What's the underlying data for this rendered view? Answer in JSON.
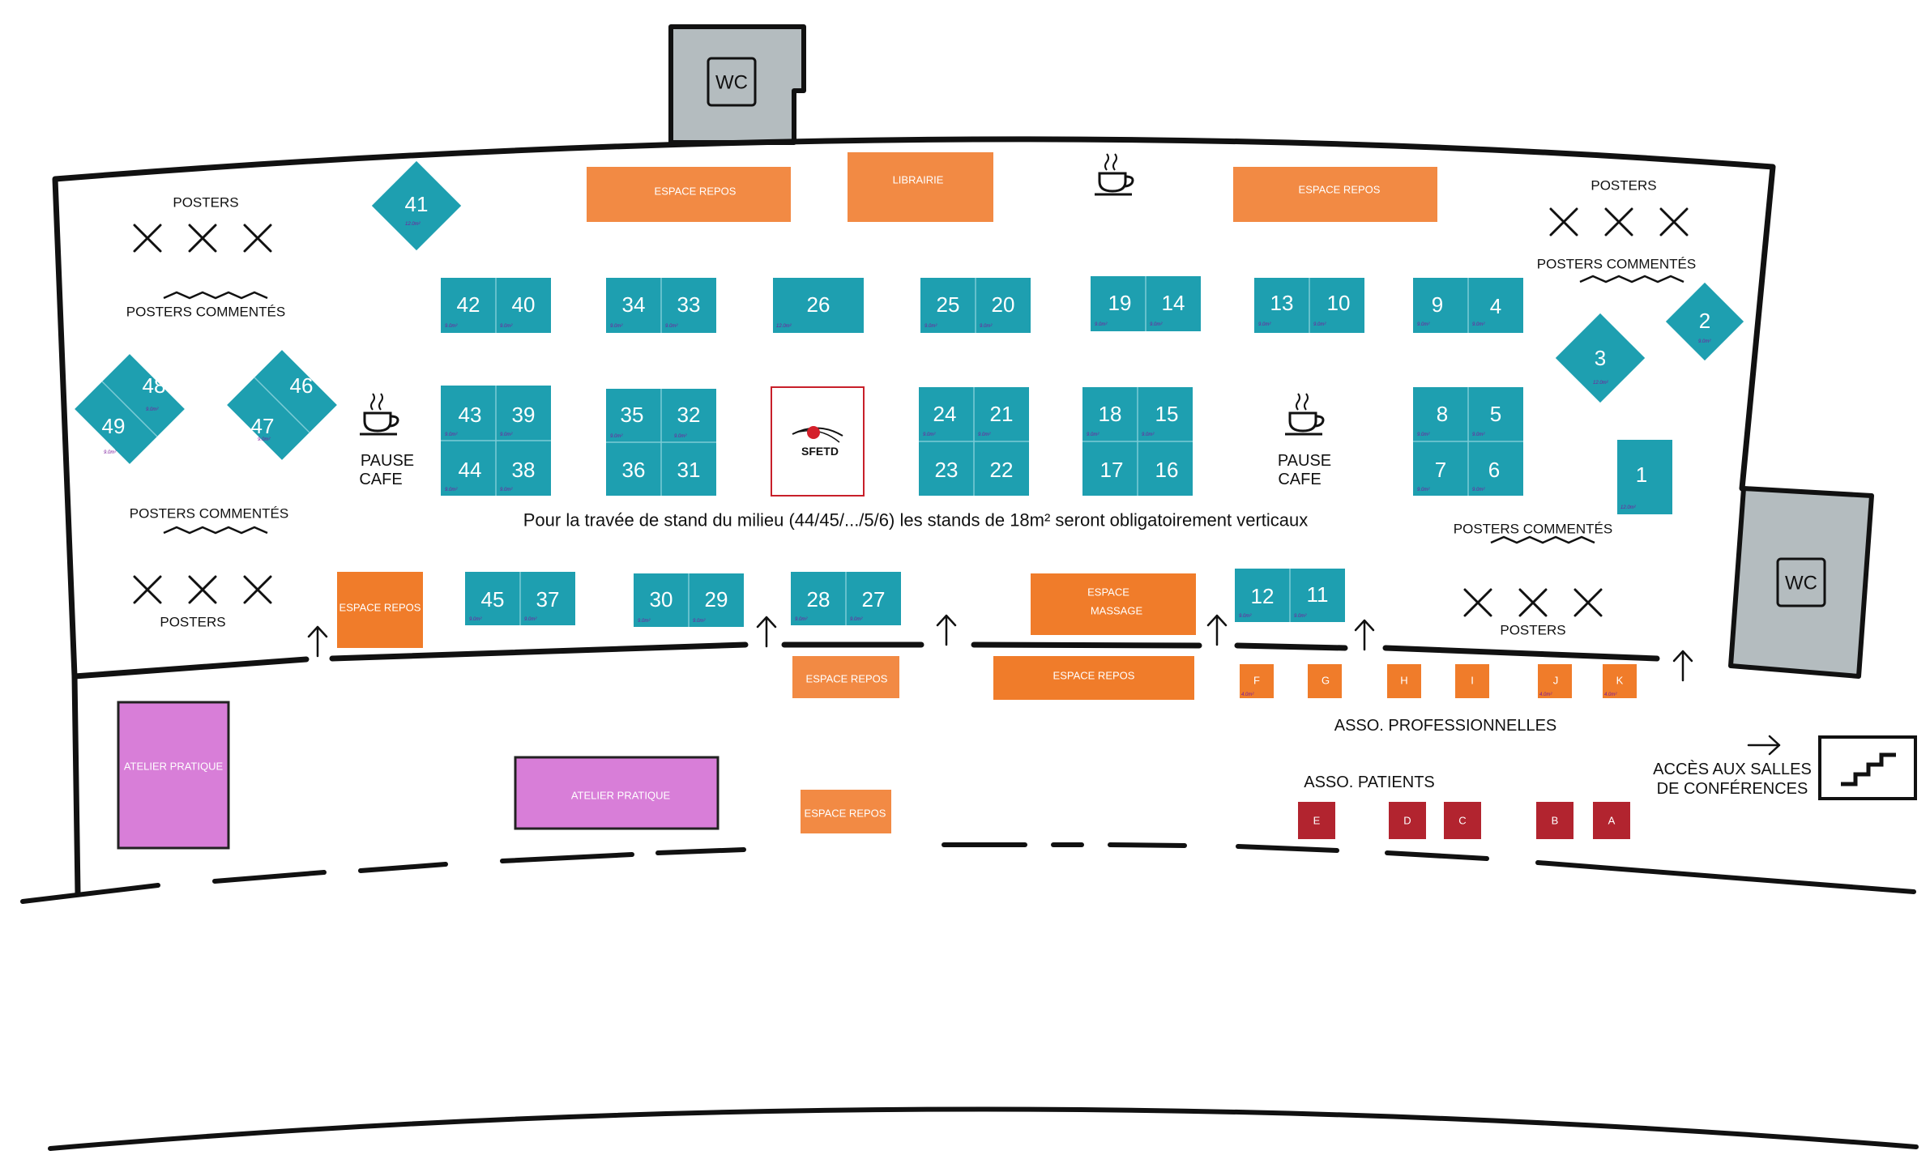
{
  "labels": {
    "wc_top": "WC",
    "wc_right": "WC",
    "librairie": "LIBRAIRIE",
    "espace_repos": "ESPACE REPOS",
    "espace_massage_line1": "ESPACE",
    "espace_massage_line2": "MASSAGE",
    "atelier_pratique": "ATELIER PRATIQUE",
    "posters": "POSTERS",
    "posters_commentes": "POSTERS COMMENTÉS",
    "pause_line1": "PAUSE",
    "pause_line2": "CAFE",
    "asso_pro": "ASSO. PROFESSIONNELLES",
    "asso_patients": "ASSO. PATIENTS",
    "acces_line1": "ACCÈS AUX SALLES",
    "acces_line2": "DE CONFÉRENCES",
    "logo": "SFETD",
    "note": "Pour la travée de stand du milieu (44/45/.../5/6) les stands de 18m² seront obligatoirement verticaux"
  },
  "areas": {
    "stand_9m2": "9.0m²",
    "stand_18m2": "18.0m²",
    "stand_12m2": "12.0m²",
    "stand_4m2": "4.0m²"
  },
  "stands": {
    "s1": "1",
    "s2": "2",
    "s3": "3",
    "s4": "4",
    "s5": "5",
    "s6": "6",
    "s7": "7",
    "s8": "8",
    "s9": "9",
    "s10": "10",
    "s11": "11",
    "s12": "12",
    "s13": "13",
    "s14": "14",
    "s15": "15",
    "s16": "16",
    "s17": "17",
    "s18": "18",
    "s19": "19",
    "s20": "20",
    "s21": "21",
    "s22": "22",
    "s23": "23",
    "s24": "24",
    "s25": "25",
    "s26": "26",
    "s27": "27",
    "s28": "28",
    "s29": "29",
    "s30": "30",
    "s31": "31",
    "s32": "32",
    "s33": "33",
    "s34": "34",
    "s35": "35",
    "s36": "36",
    "s37": "37",
    "s38": "38",
    "s39": "39",
    "s40": "40",
    "s41": "41",
    "s42": "42",
    "s43": "43",
    "s44": "44",
    "s45": "45",
    "s46": "46",
    "s47": "47",
    "s48": "48",
    "s49": "49"
  },
  "asso_pro_stands": {
    "f": "F",
    "g": "G",
    "h": "H",
    "i": "I",
    "j": "J",
    "k": "K"
  },
  "asso_patient_stands": {
    "a": "A",
    "b": "B",
    "c": "C",
    "d": "D",
    "e": "E"
  },
  "colors": {
    "stand": "#1e9fb0",
    "rest": "#f28a44",
    "workshop": "#d87ed8",
    "patients": "#b2242f",
    "wc": "#b4bcbf"
  },
  "icons": {
    "coffee": "coffee-cup-icon",
    "poster": "x-mark-icon",
    "commented": "wavy-line-icon",
    "stairs": "stairs-icon",
    "arrow": "up-arrow-icon"
  }
}
